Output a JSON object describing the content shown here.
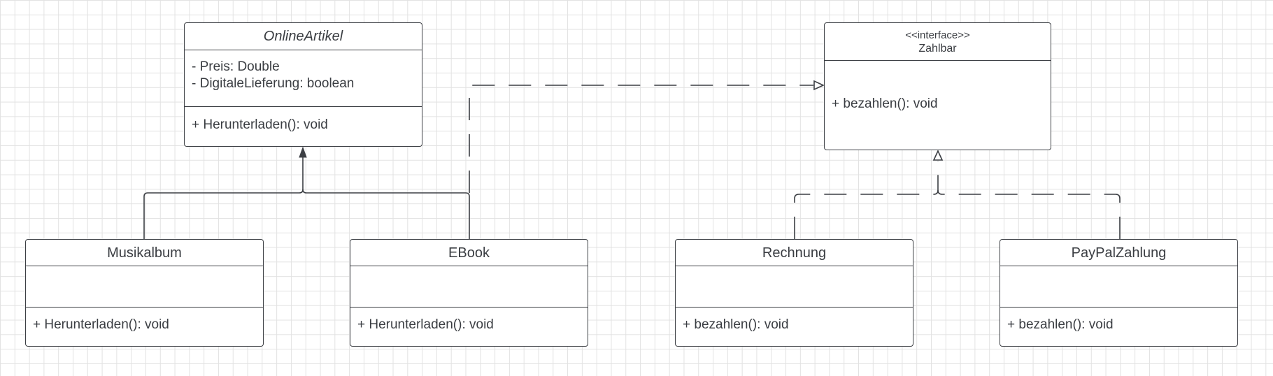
{
  "diagram": {
    "classes": {
      "online_artikel": {
        "name": "OnlineArtikel",
        "attributes": [
          "- Preis: Double",
          "- DigitaleLieferung: boolean"
        ],
        "methods": [
          "+ Herunterladen(): void"
        ]
      },
      "zahlbar": {
        "stereotype": "<<interface>>",
        "name": "Zahlbar",
        "methods": [
          "+ bezahlen(): void"
        ]
      },
      "musikalbum": {
        "name": "Musikalbum",
        "methods": [
          "+ Herunterladen(): void"
        ]
      },
      "ebook": {
        "name": "EBook",
        "methods": [
          "+ Herunterladen(): void"
        ]
      },
      "rechnung": {
        "name": "Rechnung",
        "methods": [
          "+ bezahlen(): void"
        ]
      },
      "paypalzahlung": {
        "name": "PayPalZahlung",
        "methods": [
          "+ bezahlen(): void"
        ]
      }
    },
    "relations": [
      {
        "type": "generalization",
        "from": "Musikalbum",
        "to": "OnlineArtikel"
      },
      {
        "type": "generalization",
        "from": "EBook",
        "to": "OnlineArtikel"
      },
      {
        "type": "realization",
        "from": "EBook",
        "to": "Zahlbar"
      },
      {
        "type": "realization",
        "from": "Rechnung",
        "to": "Zahlbar"
      },
      {
        "type": "realization",
        "from": "PayPalZahlung",
        "to": "Zahlbar"
      }
    ],
    "colors": {
      "line": "#3c3f44",
      "text": "#3a3d42",
      "grid": "#e2e2e2",
      "background": "#ffffff"
    }
  }
}
